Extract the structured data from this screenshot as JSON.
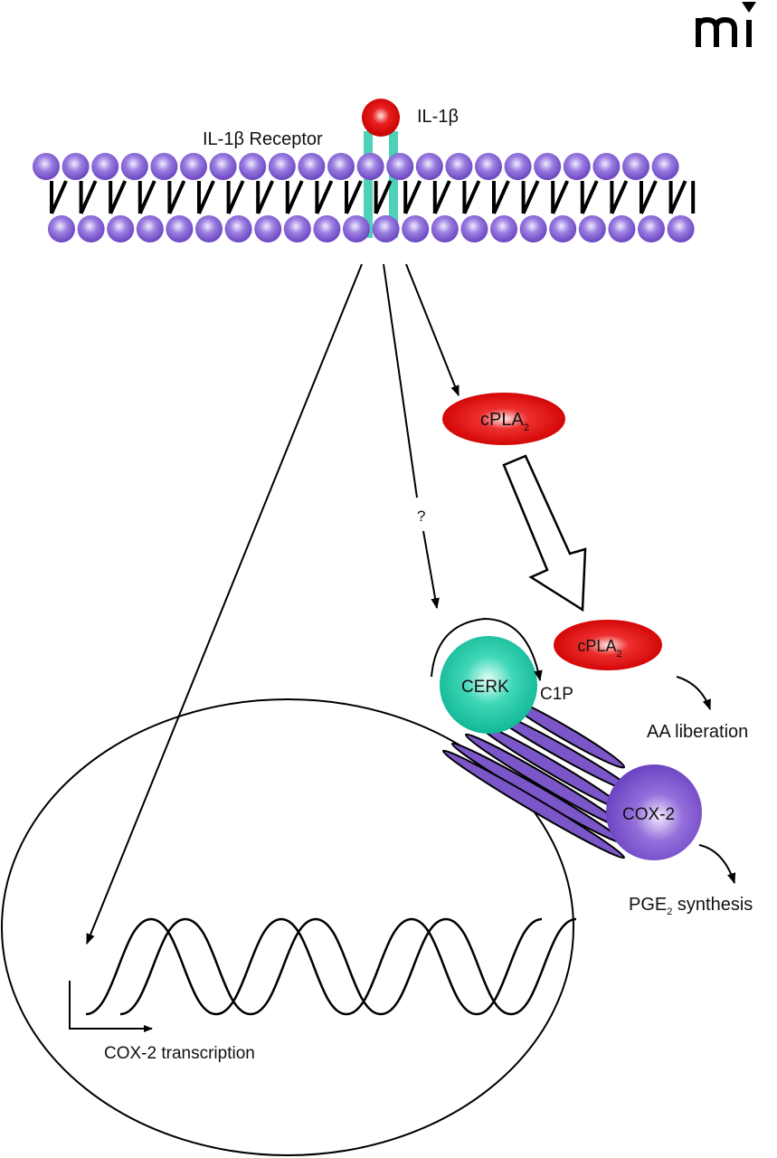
{
  "logo": {
    "text": "mi",
    "icon": "journal-logo-icon"
  },
  "membrane": {
    "ligand_label": "IL-1β",
    "receptor_label": "IL-1β Receptor",
    "top_head_count": 22,
    "bottom_head_count": 22
  },
  "enzymes": {
    "cpla2_upper": {
      "label": "cPLA",
      "subscript": "2"
    },
    "cpla2_lower": {
      "label": "cPLA",
      "subscript": "2"
    },
    "cerk": {
      "label": "CERK"
    },
    "cox2": {
      "label": "COX-2"
    }
  },
  "annotations": {
    "unknown_pathway": "?",
    "c1p": "C1P",
    "aa_liberation": "AA liberation",
    "pge2_prefix": "PGE",
    "pge2_subscript": "2",
    "pge2_suffix": " synthesis",
    "cox2_transcription": "COX-2 transcription"
  },
  "colors": {
    "lipid_head": "#7b56c9",
    "lipid_head_light": "#e6dcff",
    "receptor": "#2ec9ad",
    "ligand": "#d40000",
    "cpla2": "#d80000",
    "cerk": "#17c2a0",
    "cox2": "#7a4fcf",
    "ink": "#000000"
  }
}
